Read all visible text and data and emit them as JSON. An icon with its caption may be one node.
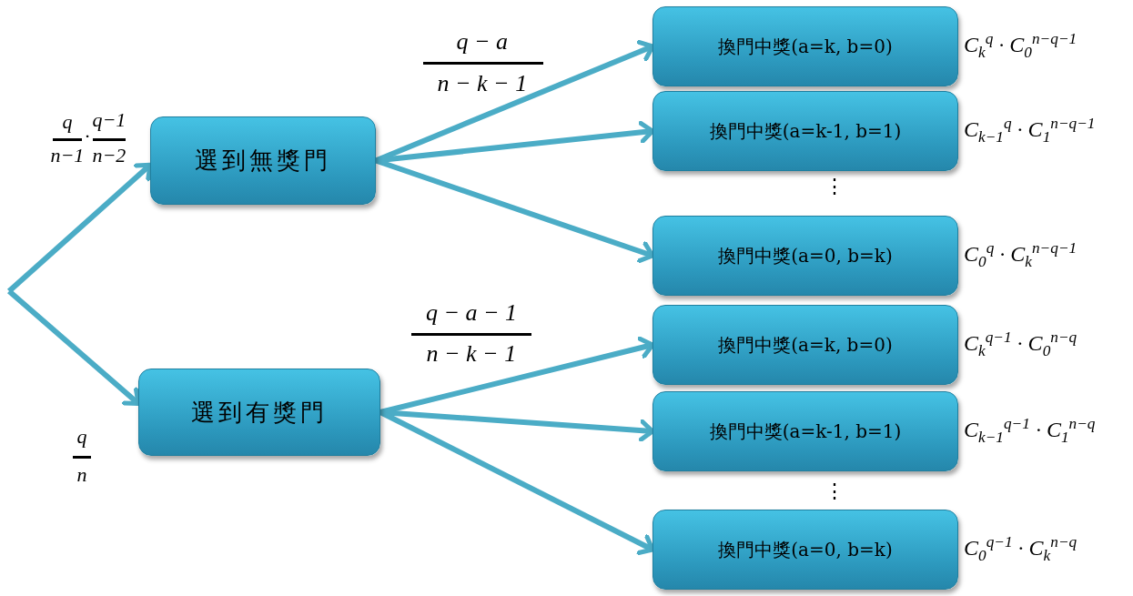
{
  "diagram": {
    "nodes": [
      {
        "text": [
          "選到無獎門"
        ]
      },
      {
        "text": [
          "選到有獎門"
        ]
      },
      {
        "text": [
          "換門中獎(a=k, b=0)"
        ],
        "beside": [
          "C$_{k}$$^{q}$ · C$_{0}$$^{n−q−1}$"
        ]
      },
      {
        "text": [
          "換門中獎(a=k-1, b=1)"
        ],
        "beside": [
          "C$_{k−1}$$^{q}$ · C$_{1}$$^{n−q−1}$"
        ]
      },
      {
        "text": [
          "換門中獎(a=0, b=k)"
        ],
        "beside": [
          "C$_{0}$$^{q}$ · C$_{k}$$^{n−q−1}$"
        ]
      },
      {
        "text": [
          "換門中獎(a=k, b=0)"
        ],
        "beside": [
          "C$_{k}$$^{q−1}$ · C$_{0}$$^{n−q}$"
        ]
      },
      {
        "text": [
          "換門中獎(a=k-1, b=1)"
        ],
        "beside": [
          "C$_{k−1}$$^{q−1}$ · C$_{1}$$^{n−q}$"
        ]
      },
      {
        "text": [
          "換門中獎(a=0, b=k)"
        ],
        "beside": [
          "C$_{0}$$^{q−1}$ · C$_{k}$$^{n−q}$"
        ]
      }
    ],
    "edges": [
      {
        "from": null,
        "to": 0,
        "arrow": "to"
      },
      {
        "from": null,
        "to": 1,
        "arrow": "to"
      },
      {
        "from": 0,
        "to": 2,
        "arrow": "to"
      },
      {
        "from": 0,
        "to": 3,
        "arrow": "to"
      },
      {
        "from": 0,
        "to": 4,
        "arrow": "to"
      },
      {
        "from": 1,
        "to": 5,
        "arrow": "to"
      },
      {
        "from": 1,
        "to": 6,
        "arrow": "to"
      },
      {
        "from": 1,
        "to": 7,
        "arrow": "to"
      }
    ],
    "labels": [
      "q − a",
      "n − k − 1",
      "q",
      "·",
      "q−1",
      "n−1",
      "n−2",
      "⋮",
      "q − a − 1",
      "n − k − 1",
      "q",
      "n",
      "⋮"
    ]
  }
}
